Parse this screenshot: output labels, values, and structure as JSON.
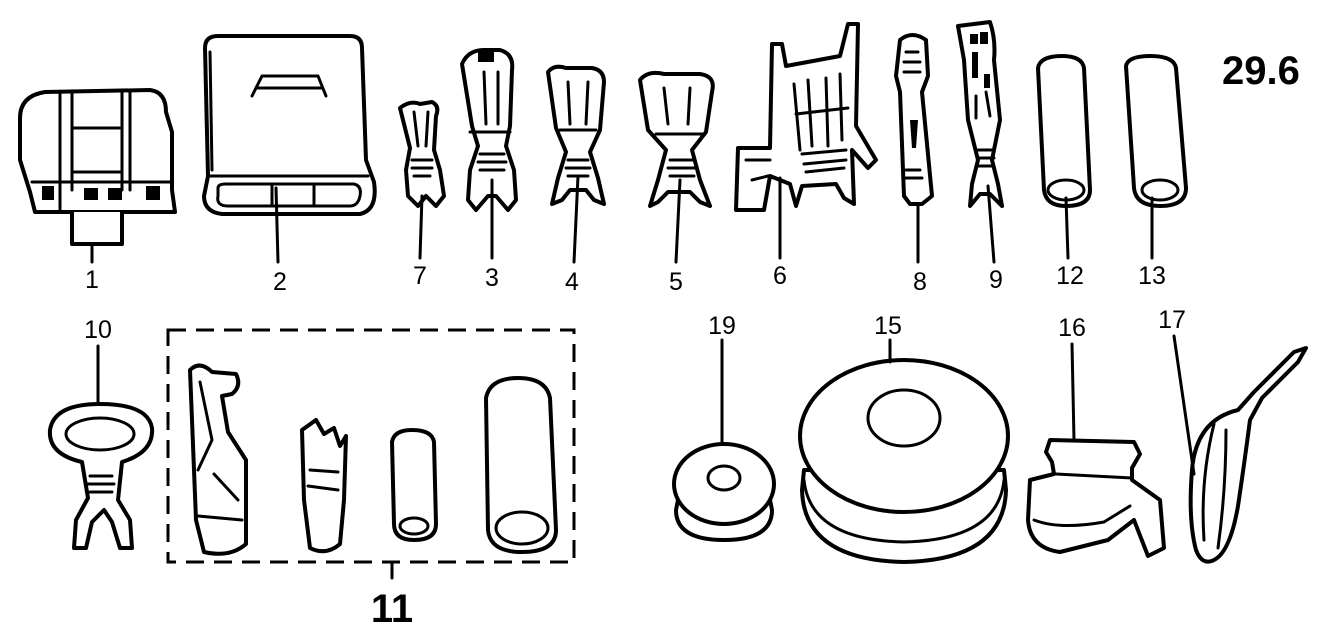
{
  "figure_number": "29.6",
  "parts": [
    {
      "id": "1",
      "label": "1",
      "icon": "connector-housing-icon"
    },
    {
      "id": "2",
      "label": "2",
      "icon": "connector-cover-icon"
    },
    {
      "id": "7",
      "label": "7",
      "icon": "small-blade-terminal-icon"
    },
    {
      "id": "3",
      "label": "3",
      "icon": "blade-terminal-icon"
    },
    {
      "id": "4",
      "label": "4",
      "icon": "blade-terminal-icon"
    },
    {
      "id": "5",
      "label": "5",
      "icon": "wide-blade-terminal-icon"
    },
    {
      "id": "6",
      "label": "6",
      "icon": "multi-pin-terminal-icon"
    },
    {
      "id": "8",
      "label": "8",
      "icon": "pin-terminal-icon"
    },
    {
      "id": "9",
      "label": "9",
      "icon": "pin-terminal-icon"
    },
    {
      "id": "12",
      "label": "12",
      "icon": "sleeve-icon"
    },
    {
      "id": "13",
      "label": "13",
      "icon": "sleeve-icon"
    },
    {
      "id": "10",
      "label": "10",
      "icon": "release-tool-icon"
    },
    {
      "id": "11",
      "label": "11",
      "icon": "repair-kit-icon"
    },
    {
      "id": "19",
      "label": "19",
      "icon": "small-grommet-icon"
    },
    {
      "id": "15",
      "label": "15",
      "icon": "large-grommet-icon"
    },
    {
      "id": "16",
      "label": "16",
      "icon": "clip-icon"
    },
    {
      "id": "17",
      "label": "17",
      "icon": "cable-tie-icon"
    }
  ]
}
